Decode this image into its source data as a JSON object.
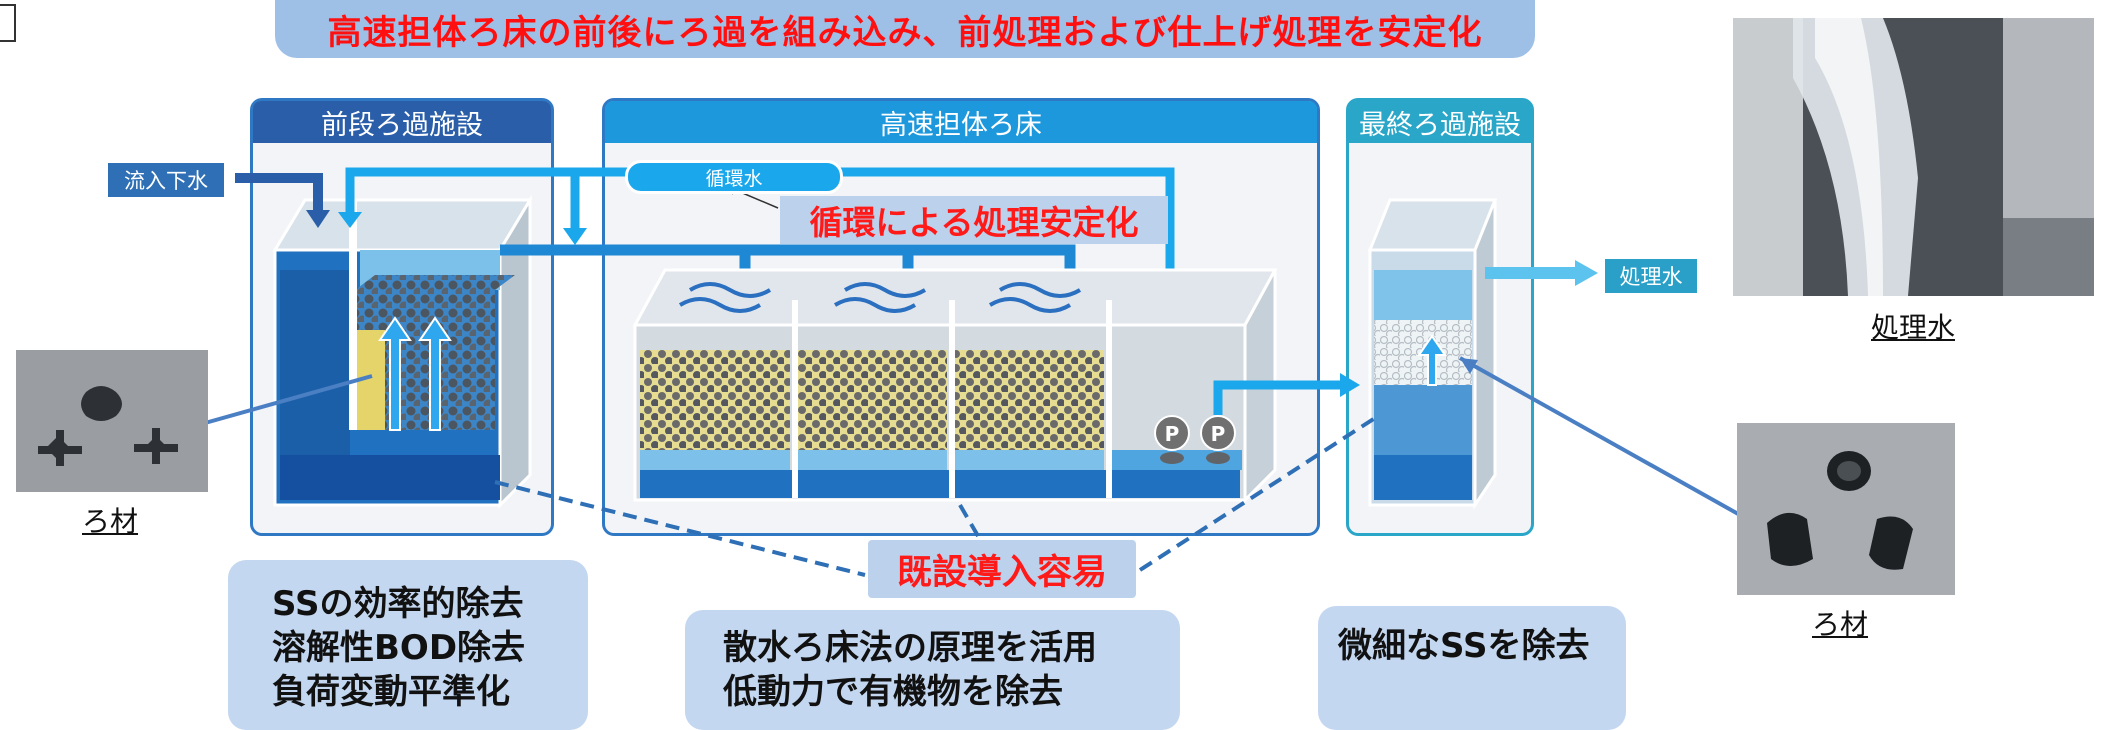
{
  "banner": "高速担体ろ床の前後にろ過を組み込み、前処理および仕上げ処理を安定化",
  "sections": {
    "pre": "前段ろ過施設",
    "main": "高速担体ろ床",
    "final": "最終ろ過施設"
  },
  "inflow": "流入下水",
  "recirc_pipe": "循環水",
  "recirc_callout": "循環による処理安定化",
  "outflow_tag": "処理水",
  "photo_water_caption": "処理水",
  "media_left_caption": "ろ材",
  "media_right_caption": "ろ材",
  "pump_letter": "P",
  "retrofit": "既設導入容易",
  "notes": {
    "pre": [
      "SSの効率的除去",
      "溶解性BOD除去",
      "負荷変動平準化"
    ],
    "main": [
      "散水ろ床法の原理を活用",
      "低動力で有機物を除去"
    ],
    "final": [
      "微細なSSを除去"
    ]
  },
  "colors": {
    "banner_bg": "#9ec0e6",
    "banner_text": "#ff1010",
    "pre_header": "#2a5ea8",
    "main_header": "#1e98dc",
    "final_header": "#2aa6c8",
    "pipe": "#1aa7ec",
    "water_dark": "#1b5fa8",
    "water_light": "#3aa8e8",
    "media_yellow": "#e8dc8c"
  }
}
